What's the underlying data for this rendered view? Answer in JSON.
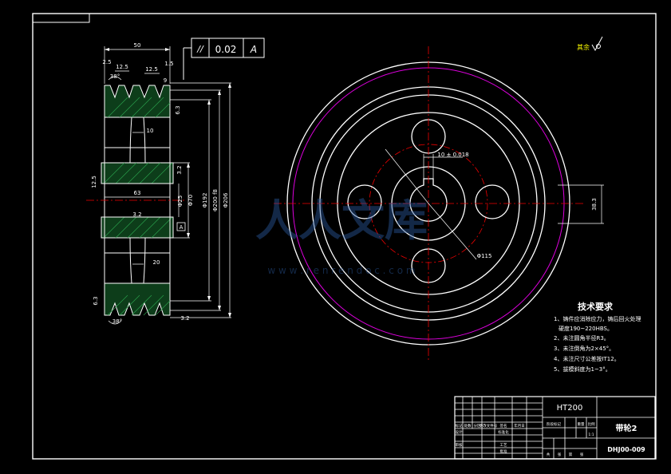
{
  "tolerance_frame": {
    "symbol": "//",
    "value": "0.02",
    "datum": "A"
  },
  "roughness_note": "其余",
  "side_dims": {
    "overall_width": "50",
    "groove_pitch_a": "12.5",
    "groove_pitch_b": "12.5",
    "groove_edge": "9",
    "groove_angle_top": "38°",
    "groove_angle_bottom": "38°",
    "web_gap_upper": "10",
    "web_gap_lower": "20",
    "hub_length": "63",
    "bore_dia": "Φ25",
    "hub_dia": "Φ70",
    "inner_dia": "Φ192",
    "pitch_dia": "Φ200 f8",
    "outer_dia": "Φ206",
    "flank_roughness": "6.3",
    "small_a": "2.5",
    "small_b": "1.5",
    "surface_marks": [
      "3.2",
      "12.5",
      "6.3",
      "3.2"
    ],
    "hub_roughness": "3.2",
    "datum_marker": "A"
  },
  "front_dims": {
    "keyway": "10 ± 0.018",
    "key_depth": "38.3",
    "hole_circle": "Φ115"
  },
  "tech_requirements": {
    "title": "技术要求",
    "items": [
      "1、铸件应消除应力，铸后回火处理",
      "硬度190~220HBS。",
      "2、未注圆角半径R3。",
      "3、未注倒角为2×45°。",
      "4、未注尺寸公差按IT12。",
      "5、拔模斜度为1~3°。"
    ]
  },
  "title_block": {
    "material": "HT200",
    "part_name": "带轮2",
    "drawing_no": "DHJ00-009",
    "cells": [
      "标记",
      "处数",
      "分区",
      "更改文件号",
      "签名",
      "年月日",
      "设计",
      "标准化",
      "阶段标记",
      "重量",
      "比例",
      "审核",
      "工艺",
      "批准",
      "共",
      "张",
      "第",
      "张",
      "1:1"
    ]
  },
  "watermark": {
    "logo": "人人文库",
    "url": "w w w . r e n r e n d o c . c o m"
  }
}
